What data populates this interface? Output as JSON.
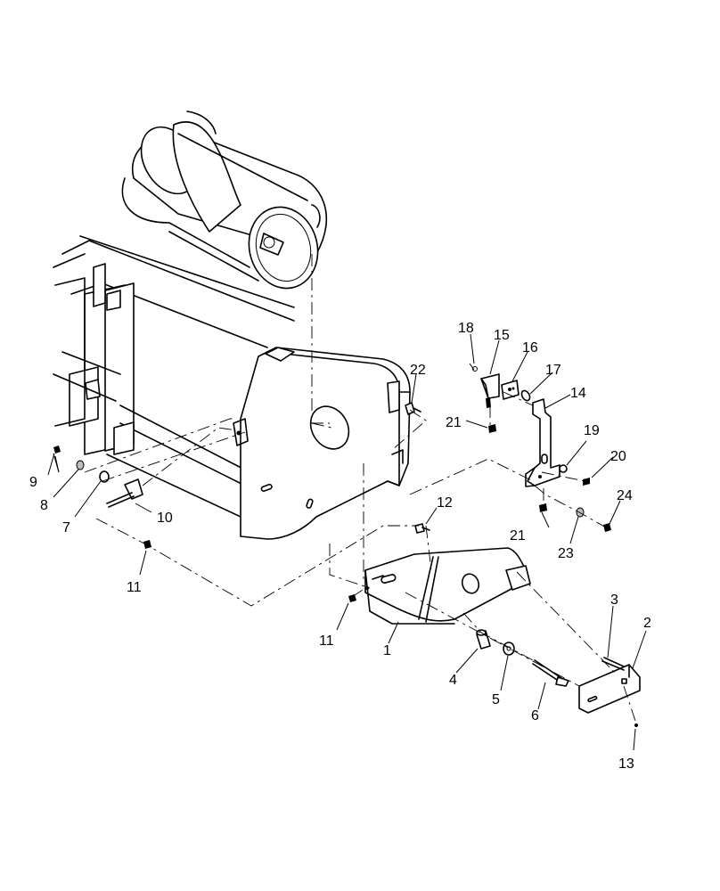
{
  "callouts": [
    {
      "id": "c1",
      "label": "1"
    },
    {
      "id": "c2",
      "label": "2"
    },
    {
      "id": "c3",
      "label": "3"
    },
    {
      "id": "c4",
      "label": "4"
    },
    {
      "id": "c5",
      "label": "5"
    },
    {
      "id": "c6",
      "label": "6"
    },
    {
      "id": "c7",
      "label": "7"
    },
    {
      "id": "c8",
      "label": "8"
    },
    {
      "id": "c9",
      "label": "9"
    },
    {
      "id": "c10",
      "label": "10"
    },
    {
      "id": "c11a",
      "label": "11"
    },
    {
      "id": "c11b",
      "label": "11"
    },
    {
      "id": "c12",
      "label": "12"
    },
    {
      "id": "c13",
      "label": "13"
    },
    {
      "id": "c14",
      "label": "14"
    },
    {
      "id": "c15",
      "label": "15"
    },
    {
      "id": "c16",
      "label": "16"
    },
    {
      "id": "c17",
      "label": "17"
    },
    {
      "id": "c18",
      "label": "18"
    },
    {
      "id": "c19",
      "label": "19"
    },
    {
      "id": "c20",
      "label": "20"
    },
    {
      "id": "c21a",
      "label": "21"
    },
    {
      "id": "c21b",
      "label": "21"
    },
    {
      "id": "c22",
      "label": "22"
    },
    {
      "id": "c23",
      "label": "23"
    },
    {
      "id": "c24",
      "label": "24"
    }
  ]
}
